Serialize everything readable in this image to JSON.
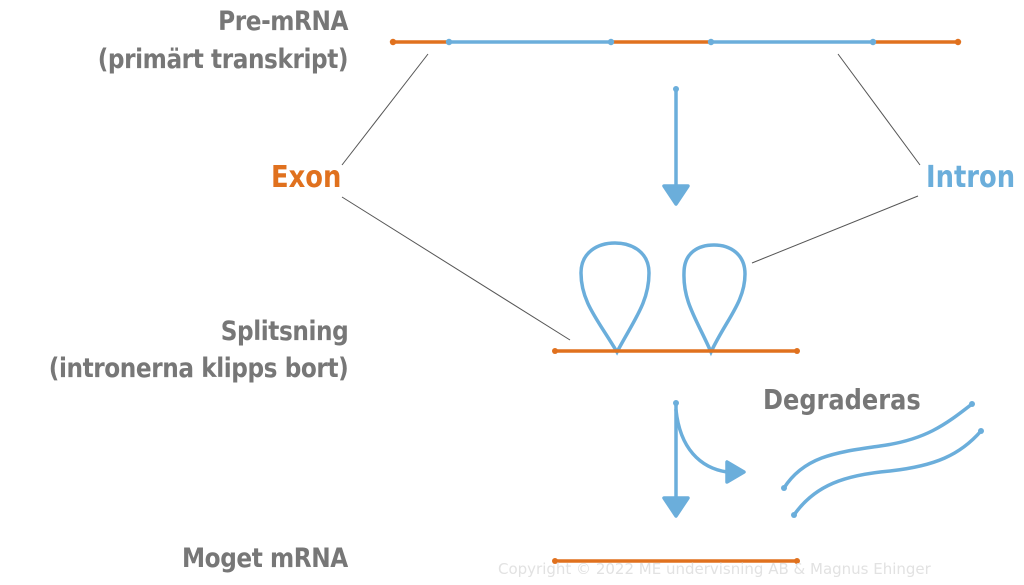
{
  "labels": {
    "pre_mrna_line1": "Pre-mRNA",
    "pre_mrna_line2": "(primärt transkript)",
    "exon": "Exon",
    "intron": "Intron",
    "splicing_line1": "Splitsning",
    "splicing_line2": "(intronerna klipps bort)",
    "degraded": "Degraderas",
    "mature_mrna": "Moget mRNA"
  },
  "copyright": "Copyright © 2022 ME undervisning AB & Magnus Ehinger",
  "colors": {
    "exon": "#E0711E",
    "intron": "#6BAEDB",
    "text": "#777777",
    "connector": "#555555"
  }
}
